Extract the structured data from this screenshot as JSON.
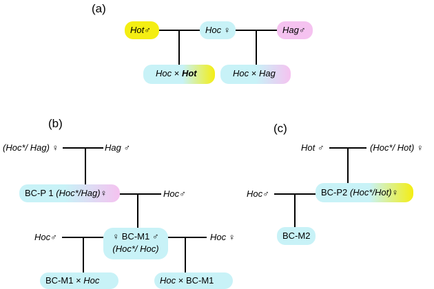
{
  "panels": {
    "a": "(a)",
    "b": "(b)",
    "c": "(c)"
  },
  "colors": {
    "cyan": "#c8f2f7",
    "yellow": "#f4ee13",
    "pink": "#f5c2f0",
    "line": "#000000"
  },
  "symbols": {
    "male": "♂",
    "female": "♀",
    "cross": "×"
  },
  "a": {
    "parent_hot": "Hot",
    "parent_hoc": "Hoc",
    "parent_hag": "Hag",
    "child1_left": "Hoc",
    "child1_right": "Hot",
    "child2_left": "Hoc",
    "child2_right": "Hag"
  },
  "b": {
    "p_top_female": "(Hoc*/ Hag)",
    "p_top_male": "Hag",
    "bcp1_prefix": "BC-P 1",
    "bcp1_genotype": "(Hoc*/Hag)",
    "hoc_male_1": "Hoc",
    "hoc_male_2": "Hoc",
    "bcm1_label": "BC-M1",
    "bcm1_genotype": "(Hoc*/ Hoc)",
    "hoc_female": "Hoc",
    "child_left_a": "BC-M1",
    "child_left_b": "Hoc",
    "child_right_a": "Hoc",
    "child_right_b": "BC-M1"
  },
  "c": {
    "hot_male": "Hot",
    "hoc_hot_female": "(Hoc*/ Hot)",
    "hoc_male": "Hoc",
    "bcp2_prefix": "BC-P2",
    "bcp2_genotype": "(Hoc*/Hot)",
    "bcm2": "BC-M2"
  }
}
